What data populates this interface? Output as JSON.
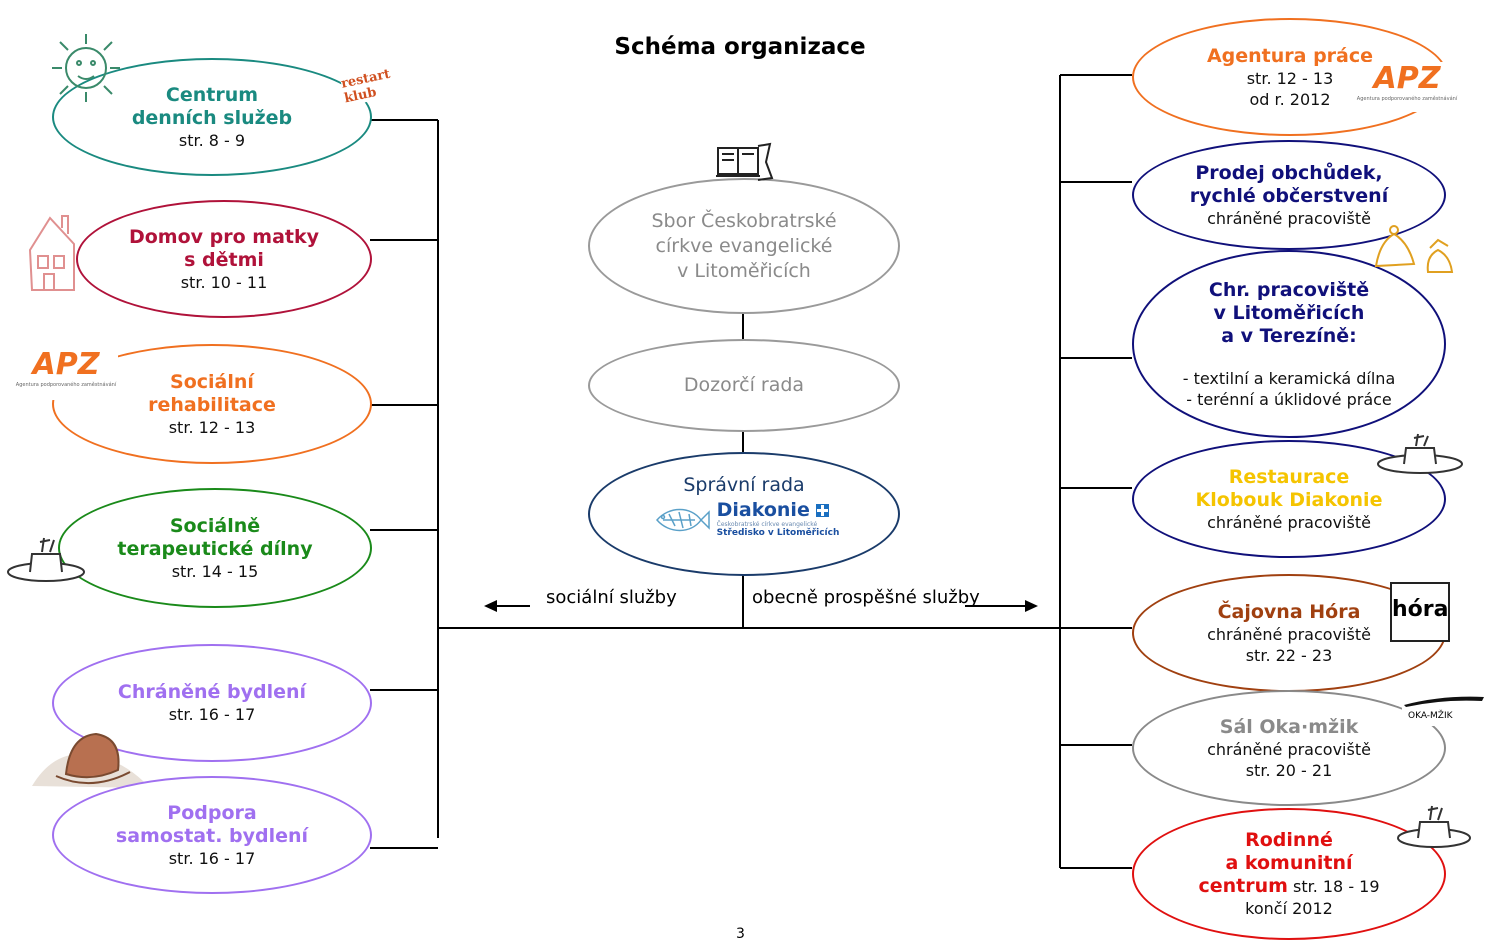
{
  "title": "Schéma organizace",
  "center": {
    "church": [
      "Sbor Českobratrské",
      "církve evangelické",
      "v Litoměřicích"
    ],
    "supervisory": "Dozorčí rada",
    "admin": "Správní rada",
    "logo_name": "Diakonie",
    "logo_sub1": "Českobratrské církve evangelické",
    "logo_sub2": "Středisko v Litoměřicích"
  },
  "branches": {
    "left_label": "sociální služby",
    "right_label": "obecně prospěšné služby"
  },
  "left": [
    {
      "heading": [
        "Centrum",
        "denních služeb"
      ],
      "pages": "str. 8 - 9",
      "color": "#1a8a80",
      "logo": "restart klub"
    },
    {
      "heading": [
        "Domov pro matky",
        "s dětmi"
      ],
      "pages": "str. 10 - 11",
      "color": "#b0123a"
    },
    {
      "heading": [
        "Sociální",
        "rehabilitace"
      ],
      "pages": "str. 12 - 13",
      "color": "#f07020",
      "logo": "APZ",
      "logo_sub": "Agentura podporovaného zaměstnávání"
    },
    {
      "heading": [
        "Sociálně",
        "terapeutické dílny"
      ],
      "pages": "str. 14 - 15",
      "color": "#1a8a1a"
    },
    {
      "heading": [
        "Chráněné bydlení"
      ],
      "pages": "str. 16 - 17",
      "color": "#a070f0"
    },
    {
      "heading": [
        "Podpora",
        "samostat. bydlení"
      ],
      "pages": "str. 16 - 17",
      "color": "#a070f0"
    }
  ],
  "right": [
    {
      "heading": [
        "Agentura práce"
      ],
      "lines": [
        "str. 12 - 13",
        "od r. 2012"
      ],
      "color": "#f07020",
      "logo": "APZ",
      "logo_sub": "Agentura podporovaného zaměstnávání"
    },
    {
      "heading": [
        "Prodej obchůdek,",
        "rychlé občerstvení"
      ],
      "lines": [
        "chráněné pracoviště"
      ],
      "color": "#10107a"
    },
    {
      "heading": [
        "Chr. pracoviště",
        "v Litoměřicích",
        "a v Terezíně:"
      ],
      "lines": [
        "- textilní a keramická dílna",
        "- terénní a úklidové práce"
      ],
      "color": "#10107a"
    },
    {
      "heading": [
        "Restaurace",
        "Klobouk Diakonie"
      ],
      "lines": [
        "chráněné pracoviště"
      ],
      "color": "#f5c400",
      "border": "#10107a"
    },
    {
      "heading": [
        "Čajovna Hóra"
      ],
      "lines": [
        "chráněné pracoviště",
        "str. 22 - 23"
      ],
      "color": "#a04010",
      "logo": "hóra"
    },
    {
      "heading": [
        "Sál Oka·mžik"
      ],
      "lines": [
        "chráněné pracoviště",
        "str. 20 - 21"
      ],
      "color": "#8a8a8a",
      "logo": "OKA-MŽIK"
    },
    {
      "heading": [
        "Rodinné",
        "a komunitní",
        "centrum"
      ],
      "heading_tail": "str. 18 - 19",
      "lines": [
        "končí 2012"
      ],
      "color": "#e01010"
    }
  ],
  "page_number": "3"
}
